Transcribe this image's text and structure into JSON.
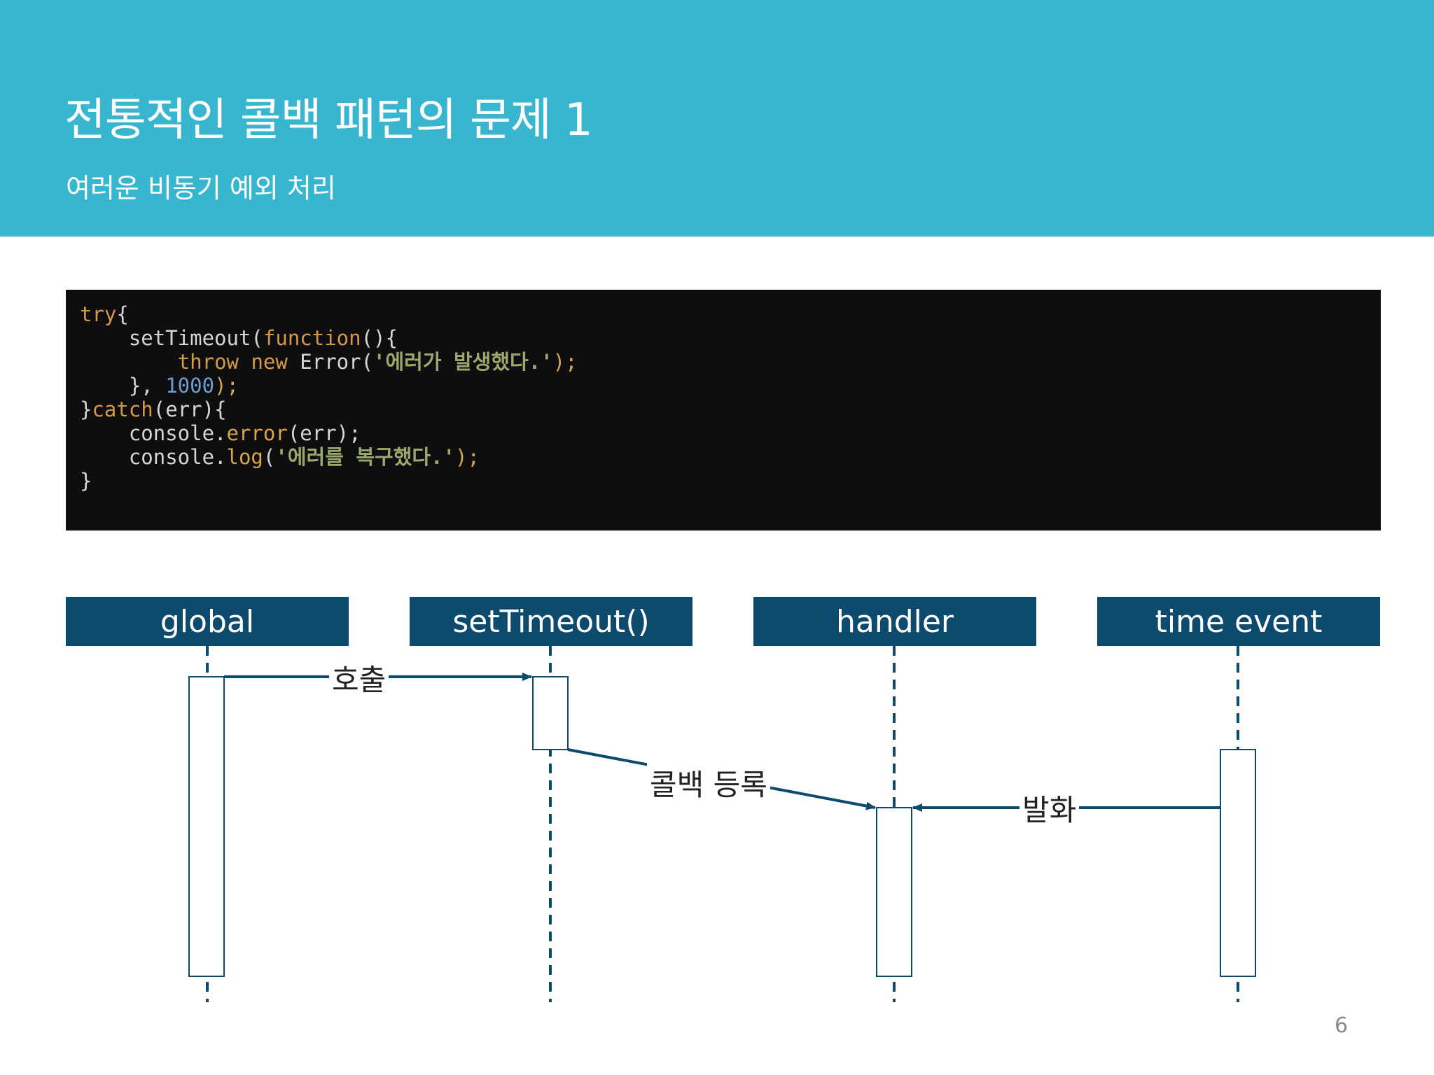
{
  "slide": {
    "title": "전통적인 콜백 패턴의 문제 1",
    "subtitle": "여러운 비동기 예외 처리",
    "page_number": "6"
  },
  "code": {
    "lines": [
      [
        {
          "t": "try",
          "c": "kw"
        },
        {
          "t": "{",
          "c": "plain"
        }
      ],
      [
        {
          "t": "    setTimeout(",
          "c": "plain"
        },
        {
          "t": "function",
          "c": "kw"
        },
        {
          "t": "(){",
          "c": "plain"
        }
      ],
      [
        {
          "t": "        ",
          "c": "plain"
        },
        {
          "t": "throw new",
          "c": "kw"
        },
        {
          "t": " Error(",
          "c": "plain"
        },
        {
          "t": "'에러가 발생했다.'",
          "c": "str"
        },
        {
          "t": ");",
          "c": "method"
        }
      ],
      [
        {
          "t": "    }, ",
          "c": "plain"
        },
        {
          "t": "1000",
          "c": "num"
        },
        {
          "t": ");",
          "c": "method"
        }
      ],
      [
        {
          "t": "}",
          "c": "plain"
        },
        {
          "t": "catch",
          "c": "kw"
        },
        {
          "t": "(err){",
          "c": "plain"
        }
      ],
      [
        {
          "t": "    console.",
          "c": "plain"
        },
        {
          "t": "error",
          "c": "method"
        },
        {
          "t": "(err);",
          "c": "plain"
        }
      ],
      [
        {
          "t": "    console.",
          "c": "plain"
        },
        {
          "t": "log",
          "c": "method"
        },
        {
          "t": "(",
          "c": "plain"
        },
        {
          "t": "'에러를 복구했다.'",
          "c": "str"
        },
        {
          "t": ");",
          "c": "method"
        }
      ],
      [
        {
          "t": "}",
          "c": "plain"
        }
      ]
    ]
  },
  "diagram": {
    "lanes": [
      "global",
      "setTimeout()",
      "handler",
      "time event"
    ],
    "messages": {
      "call": "호출",
      "register": "콜백 등록",
      "fire": "발화"
    }
  },
  "colors": {
    "header_bg": "#38b6d0",
    "lane_bg": "#0c4a6e",
    "line": "#0c4a6e"
  }
}
